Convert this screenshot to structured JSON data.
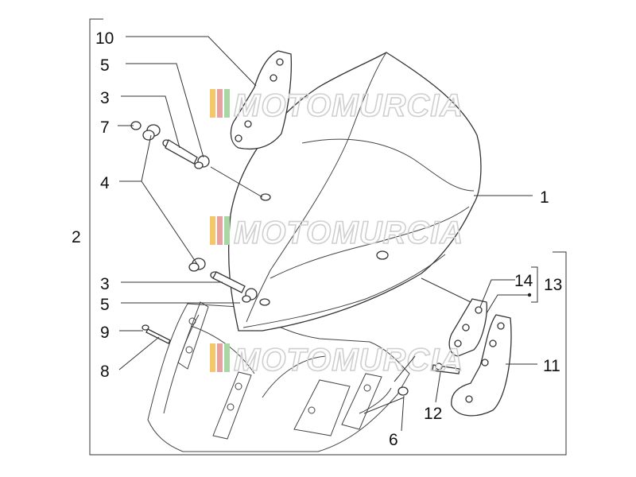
{
  "watermark": {
    "text": "MOTOMURCIA",
    "stripe_colors": [
      "#f6c66a",
      "#e8a0a0",
      "#a9d6a4"
    ]
  },
  "callouts": {
    "c1": "1",
    "c2": "2",
    "c3a": "3",
    "c3b": "3",
    "c4": "4",
    "c5a": "5",
    "c5b": "5",
    "c6": "6",
    "c7": "7",
    "c8": "8",
    "c9": "9",
    "c10": "10",
    "c11": "11",
    "c12": "12",
    "c13": "13",
    "c14": "14"
  }
}
